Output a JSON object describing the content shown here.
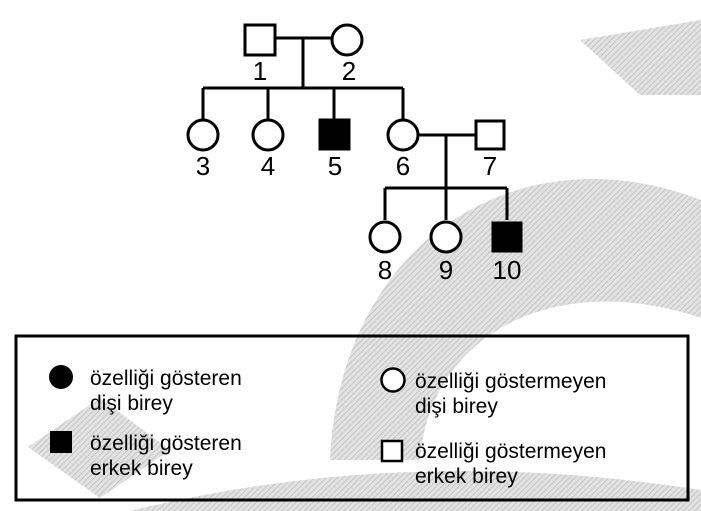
{
  "individuals": [
    {
      "id": "1",
      "sex": "male",
      "affected": false
    },
    {
      "id": "2",
      "sex": "female",
      "affected": false
    },
    {
      "id": "3",
      "sex": "female",
      "affected": false
    },
    {
      "id": "4",
      "sex": "female",
      "affected": false
    },
    {
      "id": "5",
      "sex": "male",
      "affected": true
    },
    {
      "id": "6",
      "sex": "female",
      "affected": false
    },
    {
      "id": "7",
      "sex": "male",
      "affected": false
    },
    {
      "id": "8",
      "sex": "female",
      "affected": false
    },
    {
      "id": "9",
      "sex": "female",
      "affected": false
    },
    {
      "id": "10",
      "sex": "male",
      "affected": true
    }
  ],
  "legend": {
    "affected_female": [
      "özelliği gösteren",
      "dişi birey"
    ],
    "affected_male": [
      "özelliği gösteren",
      "erkek birey"
    ],
    "unaffected_female": [
      "özelliği göstermeyen",
      "dişi birey"
    ],
    "unaffected_male": [
      "özelliği göstermeyen",
      "erkek birey"
    ]
  },
  "colors": {
    "line": "#000000",
    "affected": "#000000",
    "unaffected": "#ffffff",
    "watermark": "#cfcfcf"
  }
}
